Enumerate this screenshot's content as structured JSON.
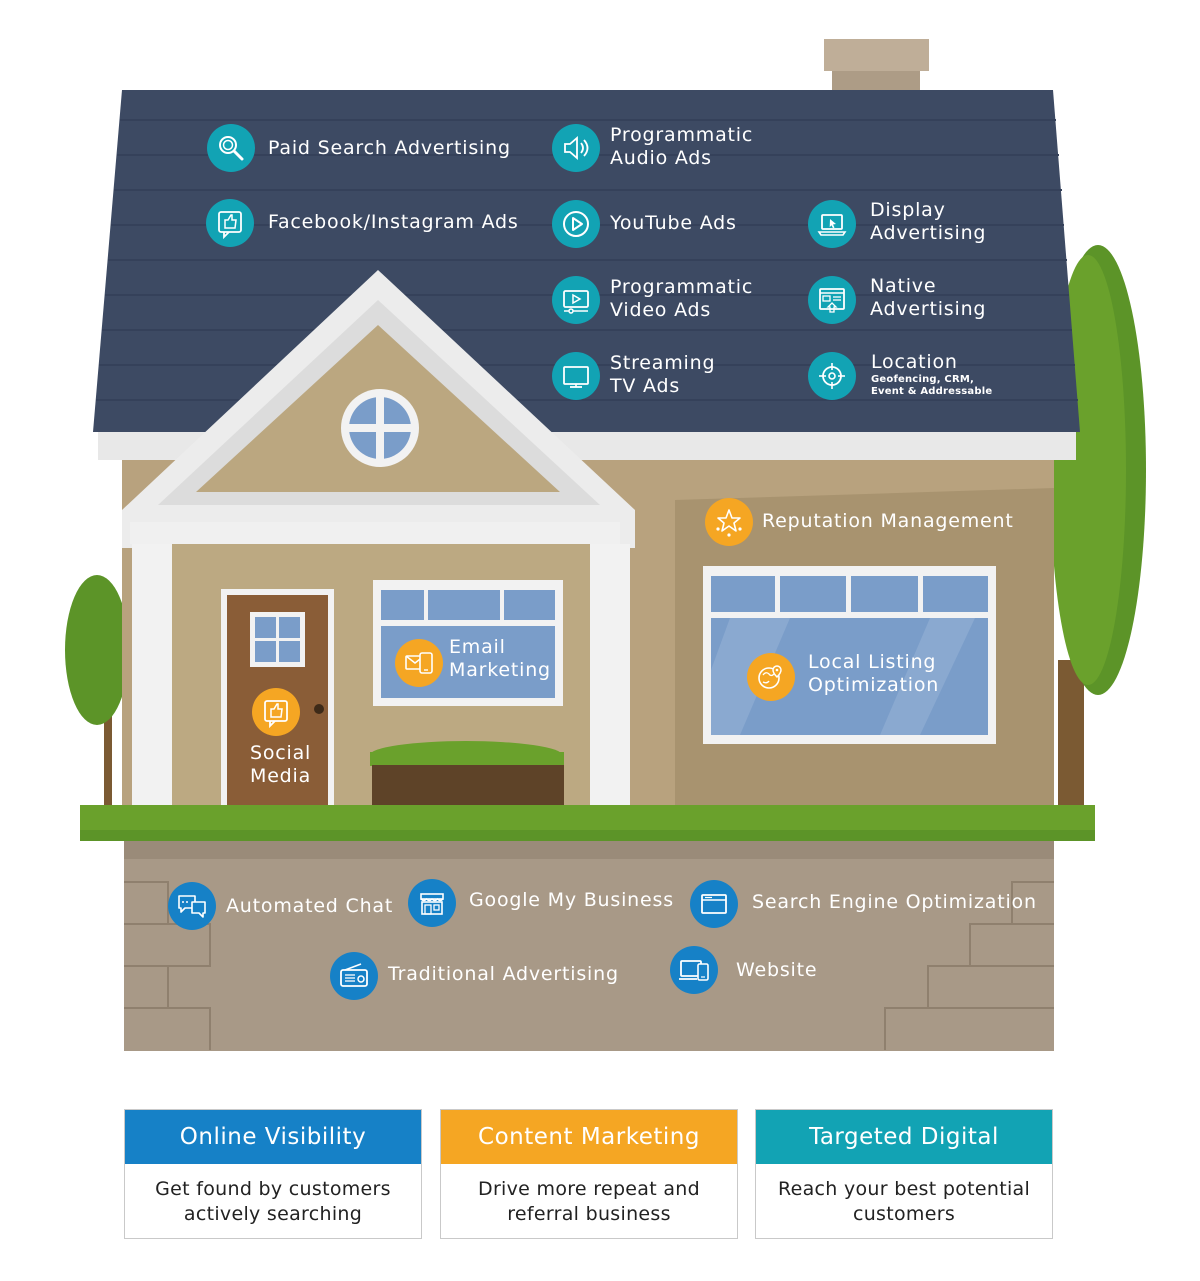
{
  "roof_items": [
    {
      "id": "paid-search",
      "line1": "Paid Search Advertising",
      "line2": "",
      "icon": "magnifier-icon"
    },
    {
      "id": "programmatic-audio",
      "line1": "Programmatic",
      "line2": "Audio Ads",
      "icon": "speaker-icon"
    },
    {
      "id": "facebook-instagram",
      "line1": "Facebook/Instagram Ads",
      "line2": "",
      "icon": "thumbs-up-icon"
    },
    {
      "id": "youtube",
      "line1": "YouTube Ads",
      "line2": "",
      "icon": "play-button-icon"
    },
    {
      "id": "display",
      "line1": "Display",
      "line2": "Advertising",
      "icon": "laptop-cursor-icon"
    },
    {
      "id": "programmatic-video",
      "line1": "Programmatic",
      "line2": "Video Ads",
      "icon": "video-player-icon"
    },
    {
      "id": "native",
      "line1": "Native",
      "line2": "Advertising",
      "icon": "webpage-icon"
    },
    {
      "id": "streaming-tv",
      "line1": "Streaming",
      "line2": "TV Ads",
      "icon": "tv-icon"
    },
    {
      "id": "location",
      "line1": "Location",
      "line2": "Geofencing, CRM,",
      "line3": "Event & Addressable",
      "icon": "target-icon"
    }
  ],
  "house_items": [
    {
      "id": "reputation",
      "line1": "Reputation Management",
      "line2": "",
      "icon": "stars-icon"
    },
    {
      "id": "email",
      "line1": "Email",
      "line2": "Marketing",
      "icon": "email-icon"
    },
    {
      "id": "local-listing",
      "line1": "Local Listing",
      "line2": "Optimization",
      "icon": "map-pin-icon"
    },
    {
      "id": "social",
      "line1": "Social",
      "line2": "Media",
      "icon": "thumbs-up-icon"
    }
  ],
  "foundation_items": [
    {
      "id": "automated-chat",
      "line1": "Automated Chat",
      "icon": "chat-bubbles-icon"
    },
    {
      "id": "google-my-business",
      "line1": "Google My Business",
      "icon": "storefront-icon"
    },
    {
      "id": "seo",
      "line1": "Search Engine Optimization",
      "icon": "browser-window-icon"
    },
    {
      "id": "traditional",
      "line1": "Traditional Advertising",
      "icon": "radio-icon"
    },
    {
      "id": "website",
      "line1": "Website",
      "icon": "devices-icon"
    }
  ],
  "cards": [
    {
      "title": "Online Visibility",
      "text": "Get found by customers actively searching",
      "color": "#1681c7"
    },
    {
      "title": "Content Marketing",
      "text": "Drive more repeat and referral business",
      "color": "#f5a623"
    },
    {
      "title": "Targeted Digital",
      "text": "Reach your best potential customers",
      "color": "#12a3b4"
    }
  ],
  "colors": {
    "teal": "#12a3b4",
    "orange": "#f5a623",
    "blue": "#1681c7",
    "roof": "#3d4a63",
    "wall": "#b8a27e",
    "grass": "#6aa12c",
    "foundation": "#a89987"
  }
}
